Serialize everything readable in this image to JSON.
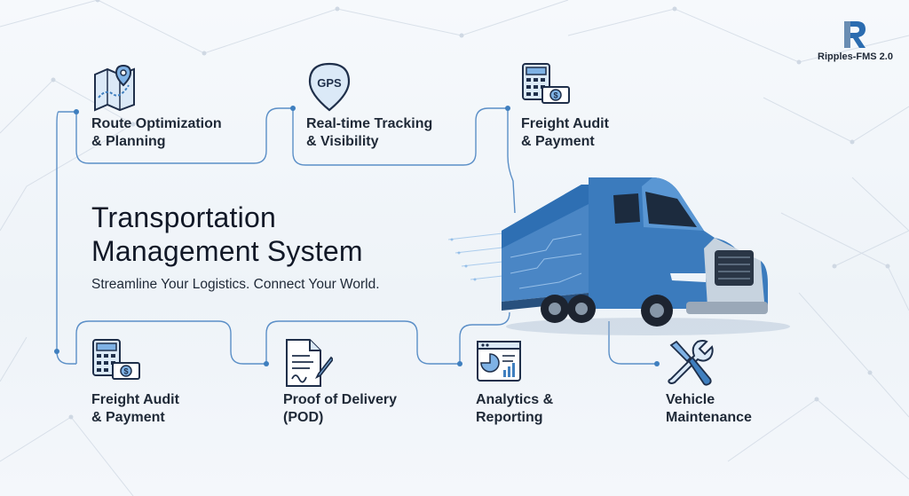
{
  "brand": {
    "name": "Ripples-FMS 2.0",
    "logo_icon": "r-logo-icon",
    "logo_color": "#2b6cb0"
  },
  "hero": {
    "title_line1": "Transportation",
    "title_line2": "Management System",
    "tagline": "Streamline Your Logistics. Connect Your World."
  },
  "features_top": [
    {
      "label": "Route Optimization\n& Planning",
      "icon": "map-pin-icon"
    },
    {
      "label": "Real-time Tracking\n& Visibility",
      "icon": "gps-pin-icon",
      "icon_text": "GPS"
    },
    {
      "label": "Freight Audit\n& Payment",
      "icon": "calculator-money-icon"
    }
  ],
  "features_bottom": [
    {
      "label": "Freight Audit\n& Payment",
      "icon": "calculator-money-icon"
    },
    {
      "label": "Proof of Delivery\n(POD)",
      "icon": "document-signature-icon"
    },
    {
      "label": "Analytics &\nReporting",
      "icon": "analytics-dashboard-icon"
    },
    {
      "label": "Vehicle\nMaintenance",
      "icon": "wrench-screwdriver-icon"
    }
  ],
  "colors": {
    "accent": "#3f7fbf",
    "icon_stroke": "#1f2f4a",
    "icon_fill": "#7fb2e5",
    "truck_body": "#2e6fb3"
  }
}
